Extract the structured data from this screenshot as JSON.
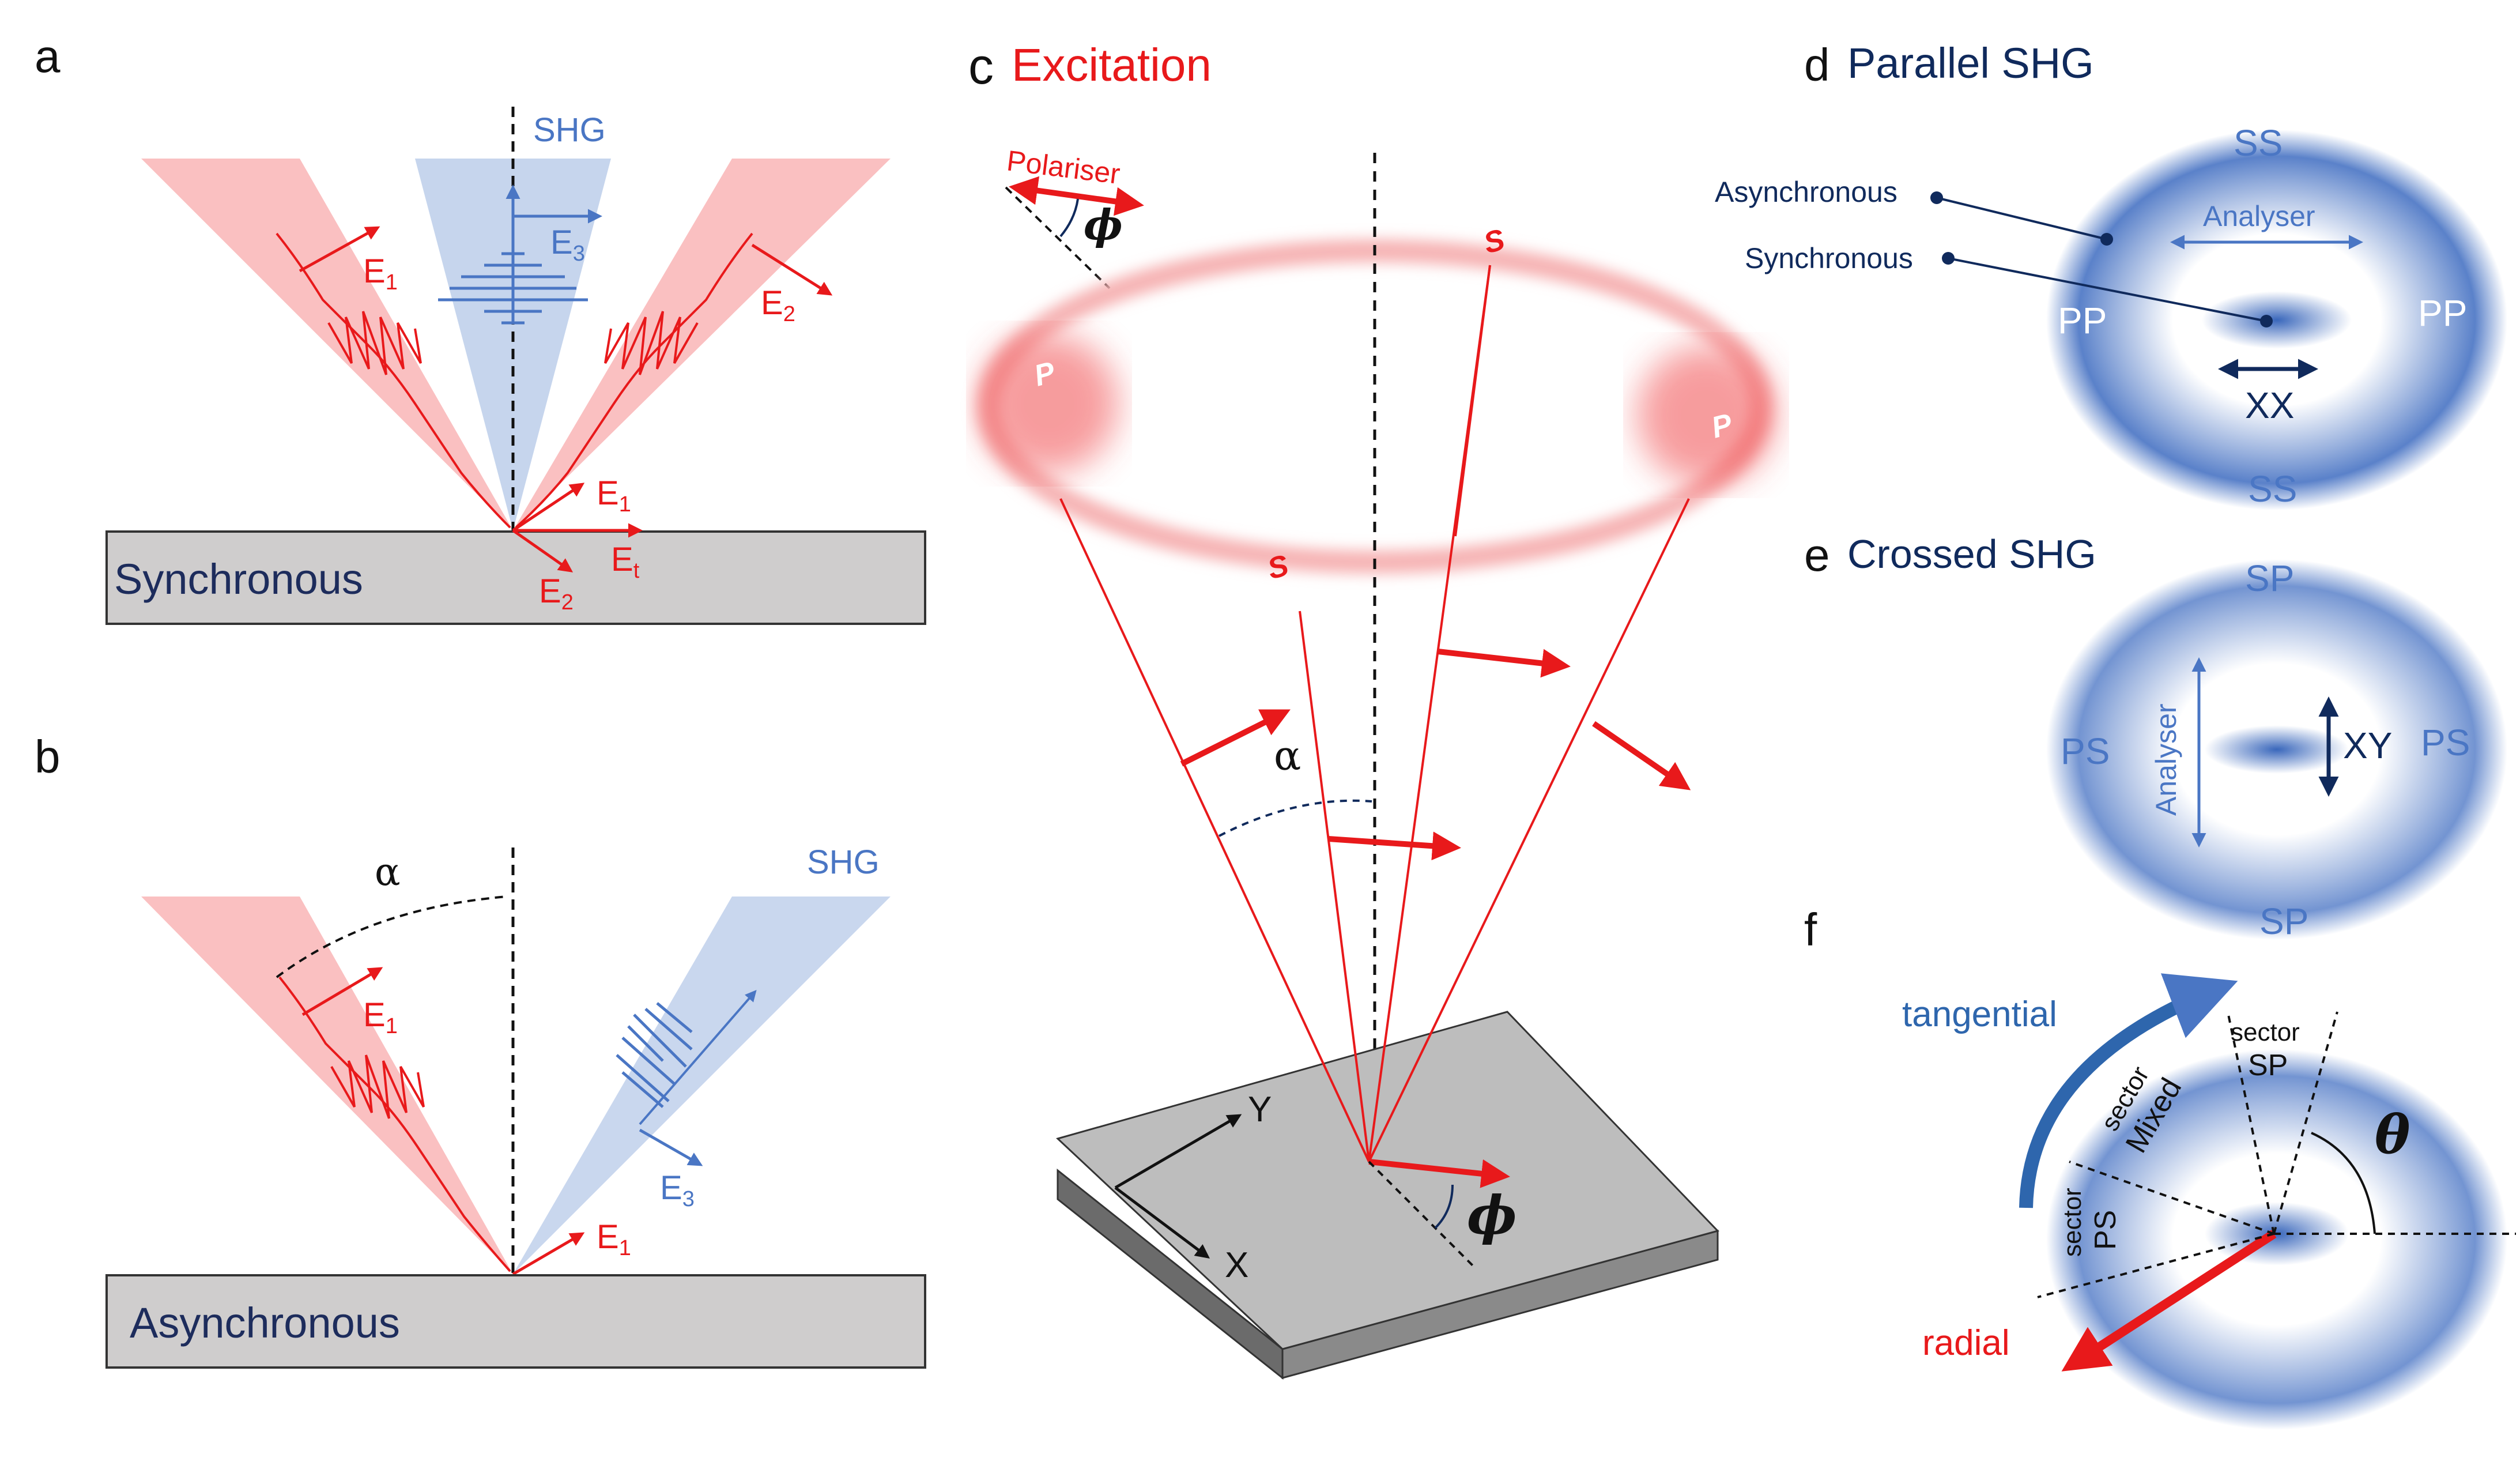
{
  "colors": {
    "red": "#e8191b",
    "blue": "#4a76c4",
    "navy": "#102a5c",
    "black": "#111111",
    "pink_beam": "#f9b9ba",
    "blue_beam": "#c3d3ec",
    "substrate": "#cfcdcd"
  },
  "panel_a": {
    "letter": "a",
    "shg_label": "SHG",
    "substrate_label": "Synchronous",
    "e1": "E",
    "e1_sub": "1",
    "e2": "E",
    "e2_sub": "2",
    "e3": "E",
    "e3_sub": "3",
    "e1_b": "E",
    "e1_b_sub": "1",
    "et": "E",
    "et_sub": "t",
    "e2_b": "E",
    "e2_b_sub": "2"
  },
  "panel_b": {
    "letter": "b",
    "alpha": "α",
    "shg_label": "SHG",
    "substrate_label": "Asynchronous",
    "e1": "E",
    "e1_sub": "1",
    "e3": "E",
    "e3_sub": "3",
    "e1_b": "E",
    "e1_b_sub": "1"
  },
  "panel_c": {
    "letter": "c",
    "title": "Excitation",
    "polariser": "Polariser",
    "phi": "ϕ",
    "p_left": "P",
    "p_right": "P",
    "s_top": "S",
    "s_bottom": "S",
    "alpha": "α",
    "axis_y": "Y",
    "axis_x": "X",
    "phi_bottom": "ϕ"
  },
  "panel_d": {
    "letter": "d",
    "title": "Parallel SHG",
    "asynchronous": "Asynchronous",
    "synchronous": "Synchronous",
    "analyser": "Analyser",
    "ss_top": "SS",
    "ss_bottom": "SS",
    "pp_left": "PP",
    "pp_right": "PP",
    "xx": "XX"
  },
  "panel_e": {
    "letter": "e",
    "title": "Crossed SHG",
    "sp_top": "SP",
    "sp_bottom": "SP",
    "ps_left": "PS",
    "ps_right": "PS",
    "analyser": "Analyser",
    "xy": "XY"
  },
  "panel_f": {
    "letter": "f",
    "tangential": "tangential",
    "radial": "radial",
    "sector_sp_1": "sector",
    "sector_sp_2": "SP",
    "sector_mixed_1": "sector",
    "sector_mixed_2": "Mixed",
    "sector_ps_1": "sector",
    "sector_ps_2": "PS",
    "theta": "θ"
  }
}
